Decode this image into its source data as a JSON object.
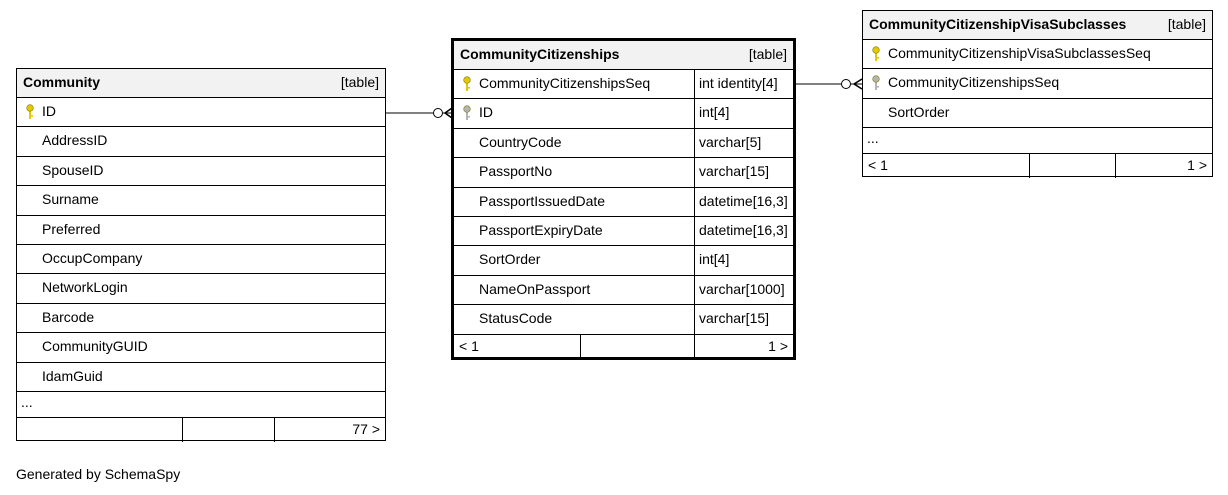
{
  "tables": {
    "community": {
      "name": "Community",
      "kind": "[table]",
      "columns": [
        {
          "name": "ID",
          "key": "primary"
        },
        {
          "name": "AddressID"
        },
        {
          "name": "SpouseID"
        },
        {
          "name": "Surname"
        },
        {
          "name": "Preferred"
        },
        {
          "name": "OccupCompany"
        },
        {
          "name": "NetworkLogin"
        },
        {
          "name": "Barcode"
        },
        {
          "name": "CommunityGUID"
        },
        {
          "name": "IdamGuid"
        }
      ],
      "more": "...",
      "footer_right": "77 >"
    },
    "citizenships": {
      "name": "CommunityCitizenships",
      "kind": "[table]",
      "columns": [
        {
          "name": "CommunityCitizenshipsSeq",
          "type": "int identity[4]",
          "key": "primary"
        },
        {
          "name": "ID",
          "type": "int[4]",
          "key": "foreign"
        },
        {
          "name": "CountryCode",
          "type": "varchar[5]"
        },
        {
          "name": "PassportNo",
          "type": "varchar[15]"
        },
        {
          "name": "PassportIssuedDate",
          "type": "datetime[16,3]"
        },
        {
          "name": "PassportExpiryDate",
          "type": "datetime[16,3]"
        },
        {
          "name": "SortOrder",
          "type": "int[4]"
        },
        {
          "name": "NameOnPassport",
          "type": "varchar[1000]"
        },
        {
          "name": "StatusCode",
          "type": "varchar[15]"
        }
      ],
      "footer_left": "< 1",
      "footer_right": "1 >"
    },
    "visa": {
      "name": "CommunityCitizenshipVisaSubclasses",
      "kind": "[table]",
      "columns": [
        {
          "name": "CommunityCitizenshipVisaSubclassesSeq",
          "key": "primary"
        },
        {
          "name": "CommunityCitizenshipsSeq",
          "key": "foreign"
        },
        {
          "name": "SortOrder"
        }
      ],
      "more": "...",
      "footer_left": "< 1",
      "footer_right": "1 >"
    }
  },
  "credit": "Generated by SchemaSpy",
  "colors": {
    "primary_key": "#e6c800",
    "foreign_key": "#b4b4b4"
  }
}
